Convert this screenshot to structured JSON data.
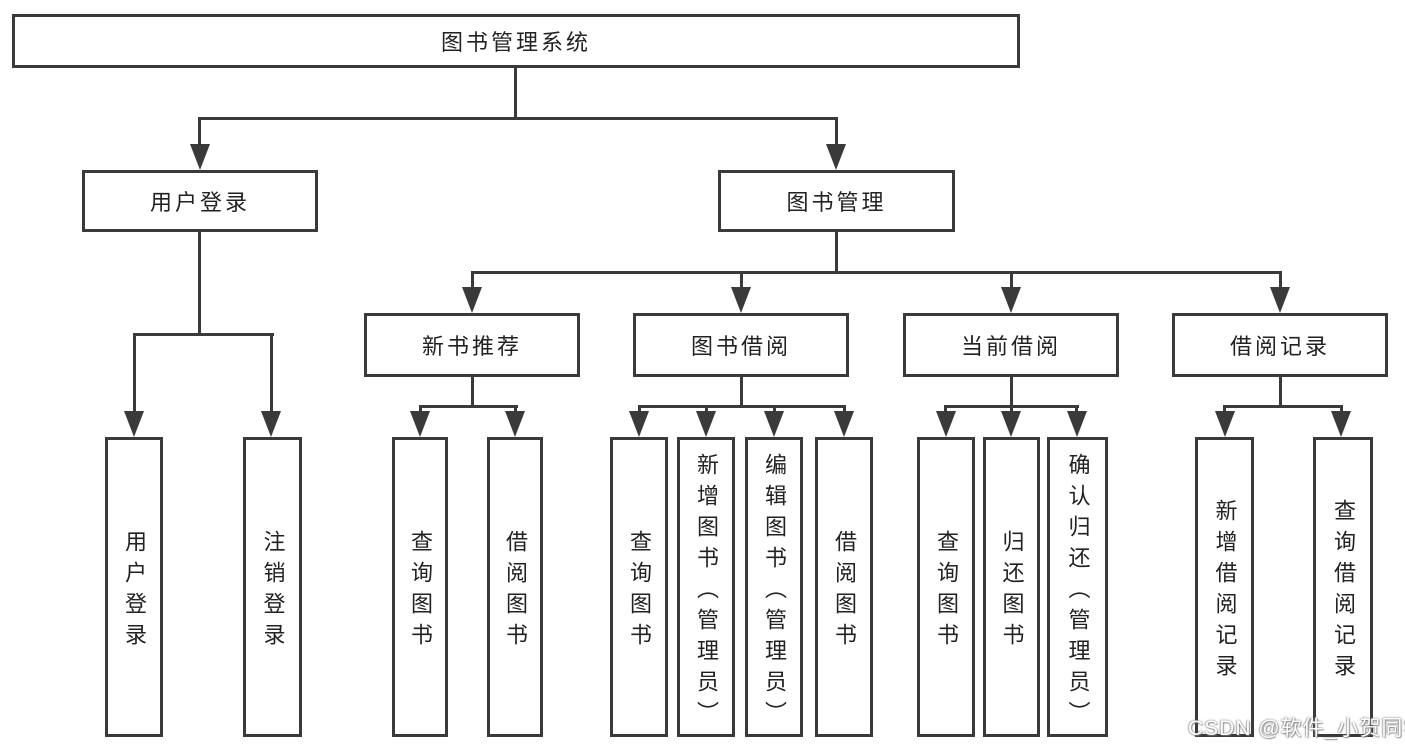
{
  "colors": {
    "background": "#ffffff",
    "line": "#3a3a3a",
    "text": "#222222",
    "watermark_text_color": "#ffffff"
  },
  "watermark": {
    "text": "CSDN @软件_小贺同学"
  },
  "tree": {
    "title": "图书管理系统",
    "branches": [
      {
        "label": "用户登录",
        "children": [
          {
            "label": "用户登录"
          },
          {
            "label": "注销登录"
          }
        ]
      },
      {
        "label": "图书管理",
        "children": [
          {
            "label": "新书推荐",
            "children": [
              {
                "label": "查询图书"
              },
              {
                "label": "借阅图书"
              }
            ]
          },
          {
            "label": "图书借阅",
            "children": [
              {
                "label": "查询图书"
              },
              {
                "label": "新增图书（管理员）"
              },
              {
                "label": "编辑图书（管理员）"
              },
              {
                "label": "借阅图书"
              }
            ]
          },
          {
            "label": "当前借阅",
            "children": [
              {
                "label": "查询图书"
              },
              {
                "label": "归还图书"
              },
              {
                "label": "确认归还（管理员）"
              }
            ]
          },
          {
            "label": "借阅记录",
            "children": [
              {
                "label": "新增借阅记录"
              },
              {
                "label": "查询借阅记录"
              }
            ]
          }
        ]
      }
    ]
  }
}
